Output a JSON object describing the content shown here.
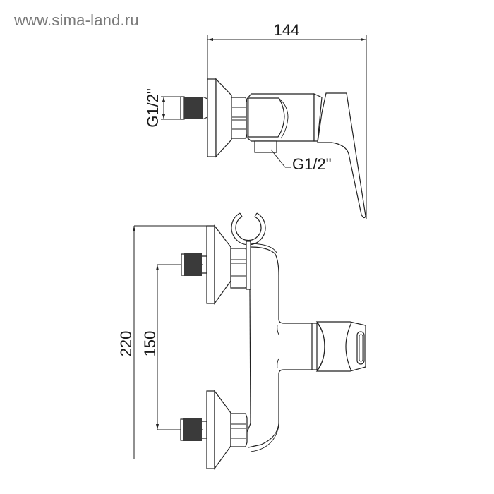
{
  "watermark": "www.sima-land.ru",
  "top_view": {
    "width_dimension": "144",
    "inlet_thread_label": "G1/2\"",
    "outlet_thread_label": "G1/2\""
  },
  "front_view": {
    "height_dimension": "220",
    "inlet_spacing_dimension": "150"
  },
  "colors": {
    "line": "#222222",
    "watermark": "#7a7a7a",
    "background": "#ffffff"
  }
}
